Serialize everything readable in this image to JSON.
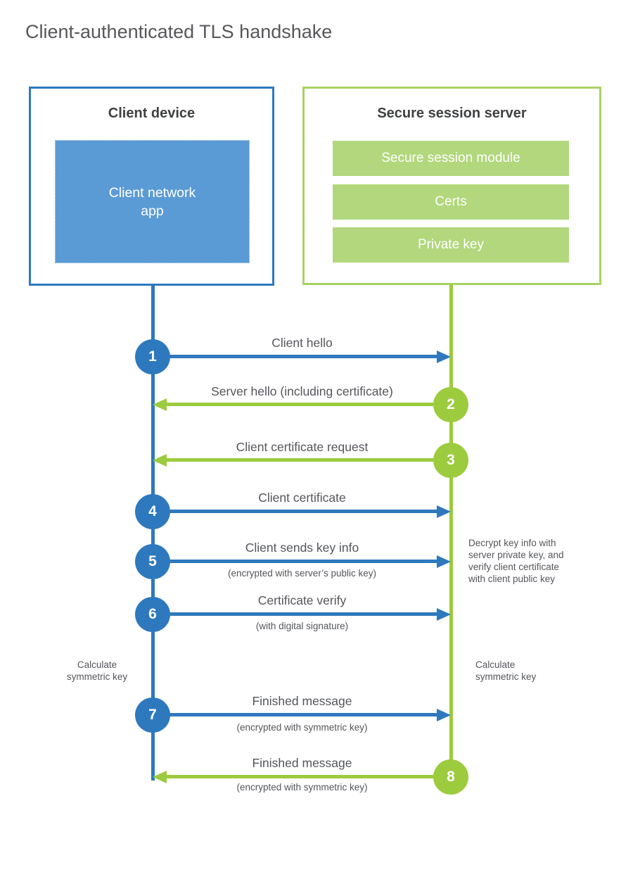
{
  "title": "Client-authenticated TLS handshake",
  "client": {
    "title": "Client device",
    "app_label": "Client network\napp"
  },
  "server": {
    "title": "Secure session server",
    "modules": [
      "Secure session module",
      "Certs",
      "Private key"
    ]
  },
  "steps": [
    {
      "num": "1",
      "direction": "client-to-server",
      "label": "Client hello",
      "sub": ""
    },
    {
      "num": "2",
      "direction": "server-to-client",
      "label": "Server hello (including certificate)",
      "sub": ""
    },
    {
      "num": "3",
      "direction": "server-to-client",
      "label": "Client certificate request",
      "sub": ""
    },
    {
      "num": "4",
      "direction": "client-to-server",
      "label": "Client certificate",
      "sub": ""
    },
    {
      "num": "5",
      "direction": "client-to-server",
      "label": "Client sends key info",
      "sub": "(encrypted with server’s public key)"
    },
    {
      "num": "6",
      "direction": "client-to-server",
      "label": "Certificate verify",
      "sub": "(with digital signature)"
    },
    {
      "num": "7",
      "direction": "client-to-server",
      "label": "Finished message",
      "sub": "(encrypted with symmetric key)"
    },
    {
      "num": "8",
      "direction": "server-to-client",
      "label": "Finished message",
      "sub": "(encrypted with symmetric key)"
    }
  ],
  "notes": {
    "decrypt": "Decrypt key info with\nserver private key, and\nverify client certificate\nwith client public key",
    "calc_left": "Calculate\nsymmetric key",
    "calc_right": "Calculate\nsymmetric key"
  },
  "colors": {
    "blue": "#2E79BE",
    "blue-fill": "#5B9BD5",
    "green": "#9CCB3E",
    "green-border": "#A7D262",
    "green-fill": "#B2D77C",
    "text": "#54565B",
    "heading": "#3F4143"
  }
}
